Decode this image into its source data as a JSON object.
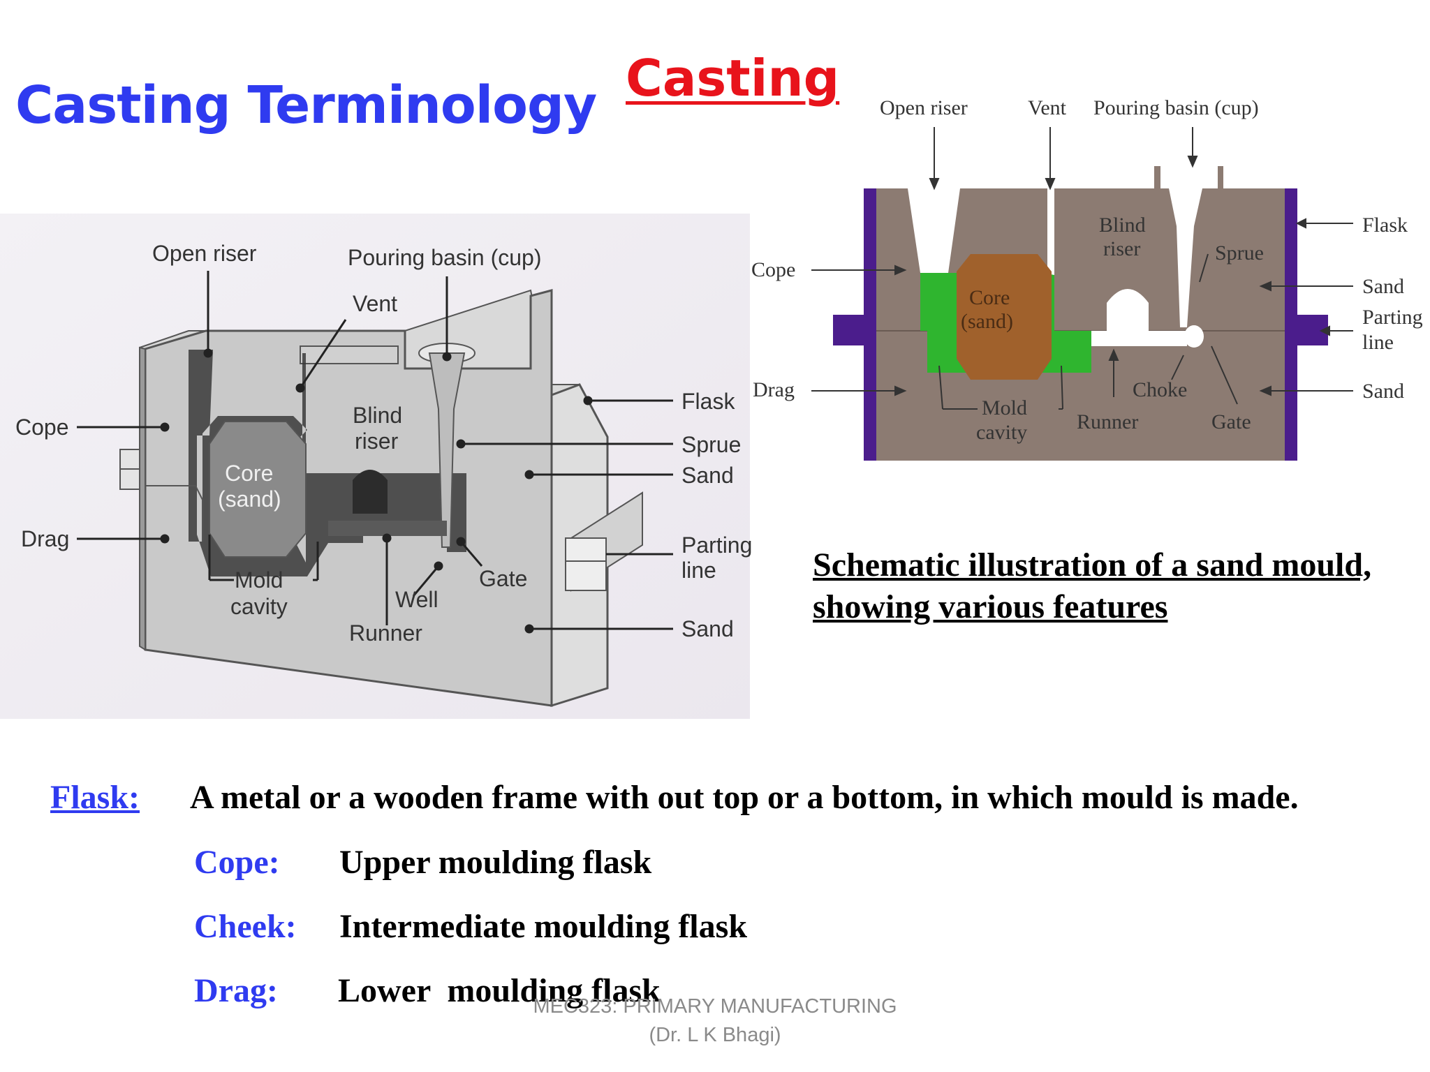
{
  "header": {
    "title": "Casting Terminology",
    "subtitle": "Casting"
  },
  "diagram_3d": {
    "labels": {
      "open_riser": "Open riser",
      "pouring_basin": "Pouring basin (cup)",
      "vent": "Vent",
      "blind_riser": [
        "Blind",
        "riser"
      ],
      "core": [
        "Core",
        "(sand)"
      ],
      "cope": "Cope",
      "drag": "Drag",
      "mold_cavity": [
        "Mold",
        "cavity"
      ],
      "well": "Well",
      "runner": "Runner",
      "gate": "Gate",
      "flask": "Flask",
      "sprue": "Sprue",
      "sand_upper": "Sand",
      "parting_line": [
        "Parting",
        "line"
      ],
      "sand_lower": "Sand"
    }
  },
  "diagram_2d": {
    "labels": {
      "open_riser": "Open  riser",
      "vent": "Vent",
      "pouring_basin": "Pouring  basin  (cup)",
      "blind_riser": [
        "Blind",
        "riser"
      ],
      "sprue": "Sprue",
      "core": [
        "Core",
        "(sand)"
      ],
      "cope": "Cope",
      "drag": "Drag",
      "mold_cavity": [
        "Mold",
        "cavity"
      ],
      "runner": "Runner",
      "choke": "Choke",
      "gate": "Gate",
      "flask": "Flask",
      "sand_upper": "Sand",
      "parting_line": [
        "Parting",
        "line"
      ],
      "sand_lower": "Sand"
    },
    "colors": {
      "sand": "#8c7b72",
      "flask": "#4b1d8c",
      "core": "#a0612c",
      "cavity": "#2fb52f"
    }
  },
  "caption": {
    "line1": "Schematic illustration of a sand mould,",
    "line2": "showing various features"
  },
  "definitions": [
    {
      "term": "Flask: ",
      "text": "A metal or a wooden frame with out top or a bottom, in which mould is made."
    },
    {
      "term": "Cope:",
      "text": "Upper moulding flask"
    },
    {
      "term": "Cheek:",
      "text": "Intermediate moulding flask"
    },
    {
      "term": "Drag:",
      "text": "Lower  moulding flask"
    }
  ],
  "footer": {
    "line1": "MEC323: PRIMARY MANUFACTURING",
    "line2": "(Dr. L K Bhagi)"
  }
}
